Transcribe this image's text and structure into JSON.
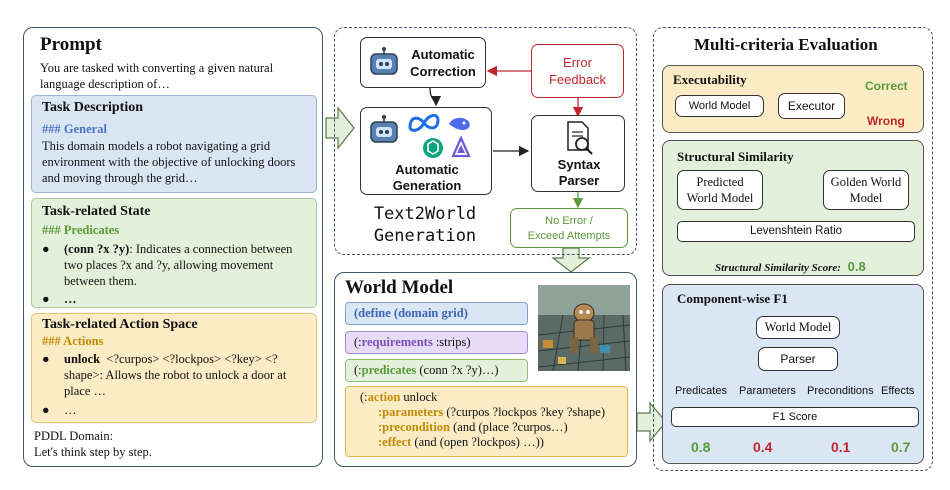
{
  "prompt": {
    "title": "Prompt",
    "intro": "You are tasked with converting a given natural language description of…",
    "task_description": {
      "title": "Task Description",
      "subtitle": "### General",
      "text": "This domain models a robot navigating a grid environment with the objective of unlocking doors and moving through the grid…"
    },
    "task_state": {
      "title": "Task-related State",
      "subtitle": "### Predicates",
      "bullet1_bold": "(conn ?x ?y)",
      "bullet1_text": ": Indicates a connection between two places ?x and ?y, allowing movement between them.",
      "bullet2": "…"
    },
    "task_action": {
      "title": "Task-related Action Space",
      "subtitle": "### Actions",
      "bullet1_bold": "unlock",
      "bullet1_text": "<?curpos> <?lockpos> <?key> <?shape>: Allows the robot to unlock a door at place …",
      "bullet2": "…"
    },
    "footer_line1": "PDDL Domain:",
    "footer_line2": "Let's think step by step."
  },
  "generation": {
    "auto_correction": [
      "Automatic",
      "Correction"
    ],
    "error_feedback": [
      "Error",
      "Feedback"
    ],
    "auto_generation": [
      "Automatic",
      "Generation"
    ],
    "syntax_parser": [
      "Syntax",
      "Parser"
    ],
    "no_error": [
      "No Error /",
      "Exceed Attempts"
    ],
    "title": [
      "Text2World",
      "Generation"
    ]
  },
  "world_model": {
    "title": "World Model",
    "define": "(define (domain grid)",
    "req_open": "(:",
    "req_kw": "requirements",
    "req_rest": " :strips)",
    "pred_open": "(:",
    "pred_kw": "predicates",
    "pred_rest": " (conn ?x ?y)…)",
    "action_open": "(:",
    "action_kw": "action",
    "action_rest": " unlock",
    "params_kw": ":parameters",
    "params_rest": " (?curpos ?lockpos ?key ?shape)",
    "precond_kw": ":precondition",
    "precond_rest": " (and (place ?curpos…)",
    "effect_kw": ":effect",
    "effect_rest": " (and (open ?lockpos) …))"
  },
  "evaluation": {
    "title": "Multi-criteria Evaluation",
    "executability": {
      "title": "Executability",
      "world_model": "World Model",
      "executor": "Executor",
      "correct": "Correct",
      "wrong": "Wrong"
    },
    "structural": {
      "title": "Structural Similarity",
      "predicted": [
        "Predicted",
        "World Model"
      ],
      "golden": [
        "Golden World",
        "Model"
      ],
      "levenshtein": "Levenshtein Ratio",
      "score_label": "Structural Similarity Score:",
      "score_value": "0.8"
    },
    "component": {
      "title": "Component-wise F1",
      "world_model": "World Model",
      "parser": "Parser",
      "labels": [
        "Predicates",
        "Parameters",
        "Preconditions",
        "Effects"
      ],
      "f1": "F1 Score",
      "scores": [
        "0.8",
        "0.4",
        "0.1",
        "0.7"
      ]
    }
  },
  "colors": {
    "blue_bg": "#dbe6f5",
    "green_bg": "#e3f0db",
    "orange_bg": "#fcecc6",
    "purple_bg": "#e6dcf5",
    "red": "#c0272d",
    "green": "#5a9a3a",
    "accent_blue": "#4a74c4",
    "gold": "#c08a00"
  }
}
